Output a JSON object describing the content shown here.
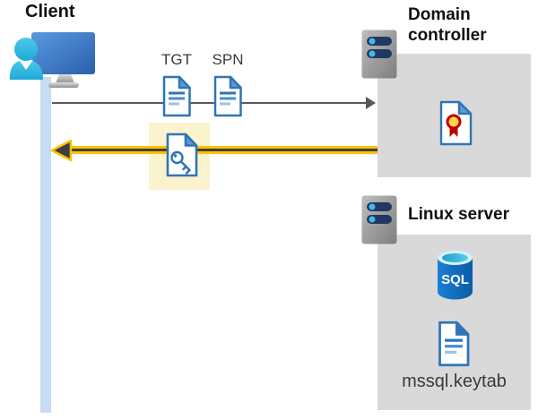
{
  "client": {
    "label": "Client"
  },
  "flow": {
    "tgt_label": "TGT",
    "spn_label": "SPN"
  },
  "domain_controller": {
    "label": "Domain controller"
  },
  "linux_server": {
    "label": "Linux server",
    "sql_text": "SQL",
    "keytab_label": "mssql.keytab"
  },
  "icons": {
    "client": "user-at-monitor-icon",
    "tickets": "document-icon",
    "key_ticket": "key-document-icon",
    "servers": "server-tower-icon",
    "certificate": "certificate-document-icon",
    "database": "sql-database-icon",
    "keytab": "document-icon"
  },
  "colors": {
    "panel_gray": "#d9d9d9",
    "highlight_yellow": "#fbf2ce",
    "arrow_yellow": "#ffc000",
    "arrow_dark": "#3f3f3f",
    "request_gray": "#595959",
    "lifeline_blue": "#c6dbf4",
    "icon_blue": "#2e75b6",
    "person_cyan": "#2fb9e0",
    "cert_red": "#c00000",
    "cert_gold": "#ffd34d",
    "sql_blue": "#0e6fc0"
  }
}
